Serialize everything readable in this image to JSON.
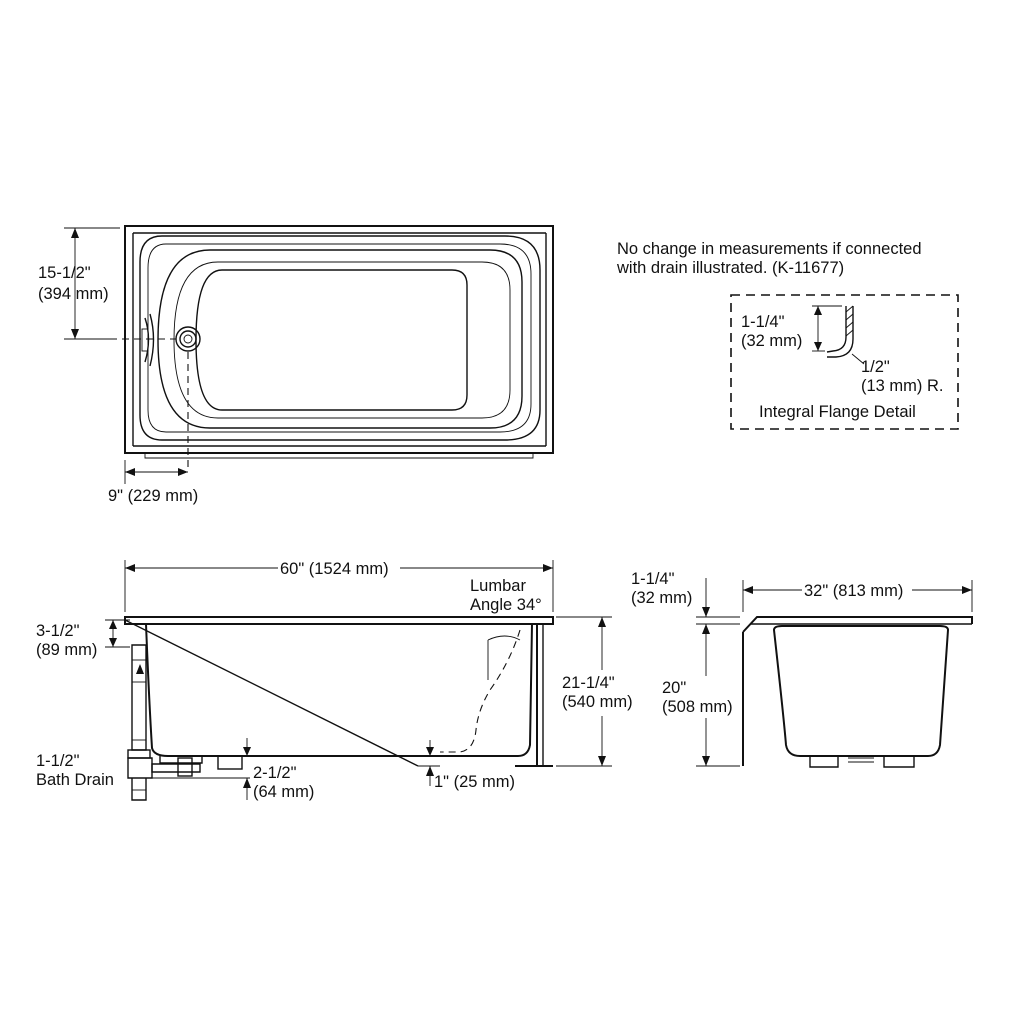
{
  "note": {
    "line1": "No change in measurements if connected",
    "line2": "with drain illustrated. (K-11677)"
  },
  "flange_detail": {
    "height_in": "1-1/4\"",
    "height_mm": "(32 mm)",
    "radius_in": "1/2\"",
    "radius_mm": "(13 mm) R.",
    "caption": "Integral Flange Detail"
  },
  "top_view": {
    "drain_offset_in": "15-1/2\"",
    "drain_offset_mm": "(394 mm)",
    "drain_from_end": "9\" (229 mm)"
  },
  "side_view": {
    "length": "60\" (1524 mm)",
    "lumbar_line1": "Lumbar",
    "lumbar_line2": "Angle 34°",
    "rim_drop_in": "3-1/2\"",
    "rim_drop_mm": "(89 mm)",
    "drain_size": "1-1/2\"",
    "drain_label": "Bath Drain",
    "foot_in": "2-1/2\"",
    "foot_mm": "(64 mm)",
    "floor_clearance": "1\" (25 mm)",
    "height_in": "21-1/4\"",
    "height_mm": "(540 mm)"
  },
  "end_view": {
    "flange_in": "1-1/4\"",
    "flange_mm": "(32 mm)",
    "width": "32\" (813 mm)",
    "depth_in": "20\"",
    "depth_mm": "(508 mm)"
  }
}
